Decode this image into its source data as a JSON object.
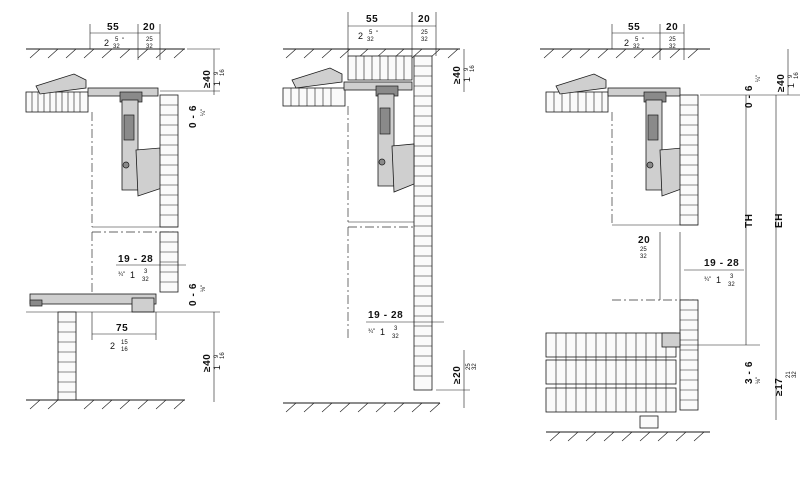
{
  "labels": {
    "d55": "55",
    "d20": "20",
    "in_2_5_32": "2",
    "f_5": "5",
    "f_32": "32",
    "f_25": "25",
    "inch": "\"",
    "ge40": "≥40",
    "in_1_9_16": "1",
    "f_9": "9",
    "f_16": "16",
    "d0_6": "0 - 6",
    "in_0_1_4": "¼\"",
    "in_1_8": "⅛\"",
    "d19_28": "19 - 28",
    "in_3_4": "¾\"",
    "in_1_3_32": "1",
    "f_3": "3",
    "d75": "75",
    "in_2_15_16": "2",
    "f_15": "15",
    "ge20": "≥20",
    "th": "TH",
    "eh": "EH",
    "d3_6": "3 - 6",
    "ge17": "≥17",
    "f_21": "21",
    "f_32b": "32"
  }
}
